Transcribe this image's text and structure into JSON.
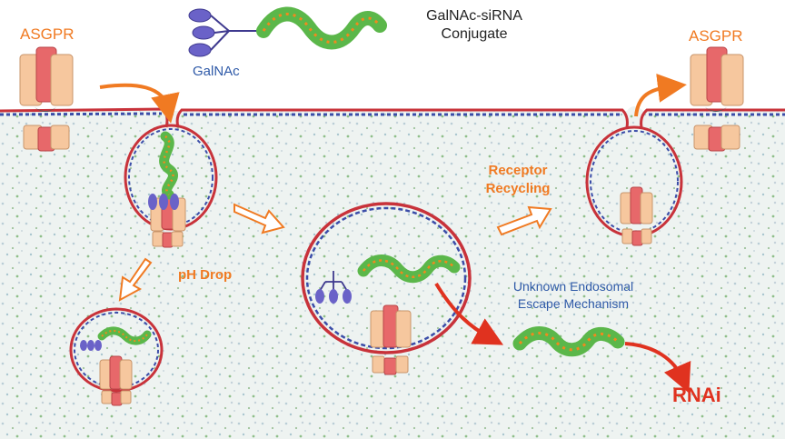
{
  "labels": {
    "asgpr_left": "ASGPR",
    "asgpr_right": "ASGPR",
    "galnac": "GalNAc",
    "conjugate_line1": "GalNAc-siRNA",
    "conjugate_line2": "Conjugate",
    "receptor_line1": "Receptor",
    "receptor_line2": "Recycling",
    "ph_drop": "pH Drop",
    "escape_line1": "Unknown Endosomal",
    "escape_line2": "Escape Mechanism",
    "rnai": "RNAi"
  },
  "colors": {
    "orange": "#f07a22",
    "blue": "#2f5aa8",
    "red": "#e0321f",
    "cytoplasm": "#eef3f1",
    "receptor_light": "#f6c79e",
    "receptor_dark": "#e7686a",
    "sirna_green": "#5bb74a",
    "galnac_purple": "#6a62c8"
  }
}
